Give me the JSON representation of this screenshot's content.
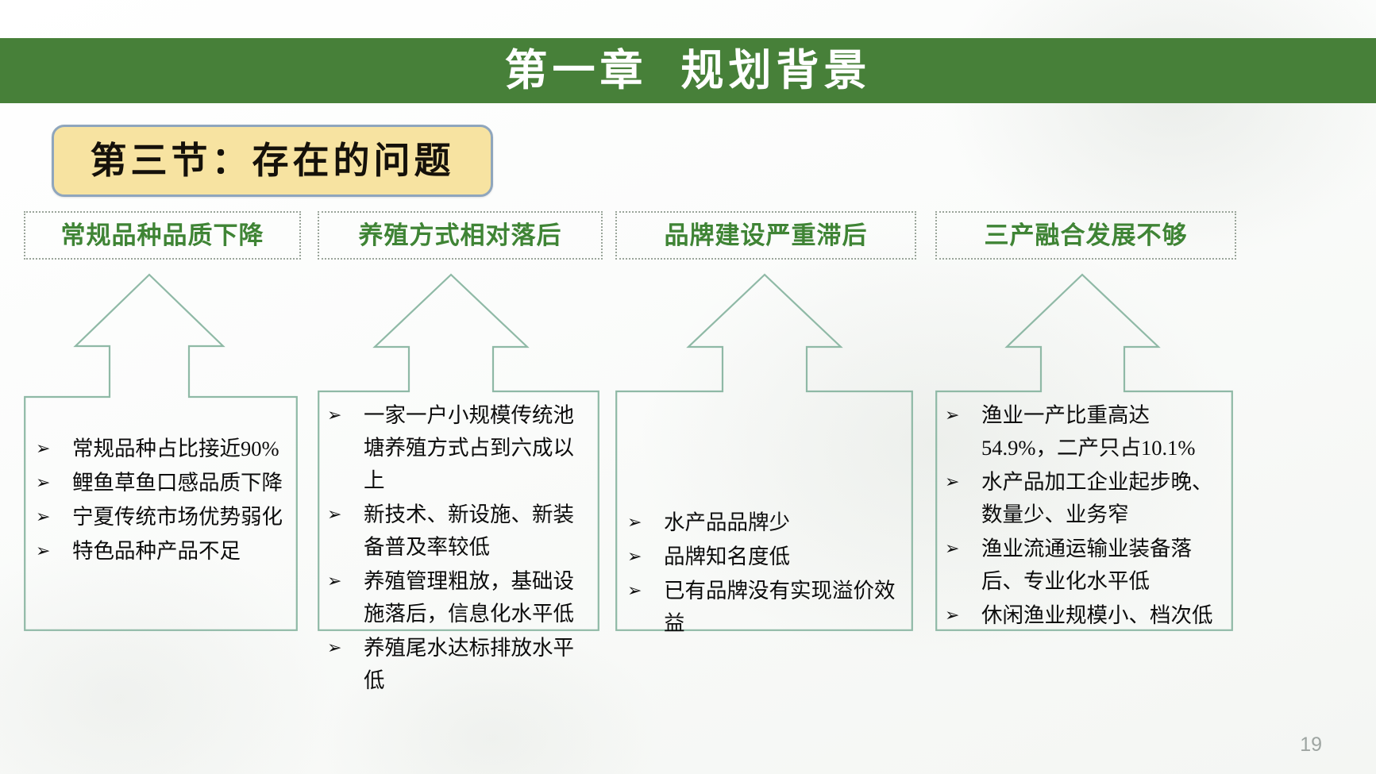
{
  "banner": {
    "title": "第一章  规划背景"
  },
  "section_chip": {
    "label": "第三节：存在的问题"
  },
  "page_number": "19",
  "colors": {
    "banner_green": "#478039",
    "header_text_green": "#3f8435",
    "chip_yellow": "#f7e3a1",
    "chip_border": "#8fa6bd",
    "outline_teal": "#8fb9a6",
    "header_box_border": "#9aa59a",
    "body_text": "#0c0c0c",
    "page_number": "#9ea5a2"
  },
  "bullet_marker": "➢",
  "columns": [
    {
      "header": "常规品种品质下降",
      "bullets": [
        "常规品种占比接近90%",
        "鲤鱼草鱼口感品质下降",
        "宁夏传统市场优势弱化",
        "特色品种产品不足"
      ]
    },
    {
      "header": "养殖方式相对落后",
      "bullets": [
        "一家一户小规模传统池塘养殖方式占到六成以上",
        "新技术、新设施、新装备普及率较低",
        "养殖管理粗放，基础设施落后，信息化水平低",
        "养殖尾水达标排放水平低"
      ]
    },
    {
      "header": "品牌建设严重滞后",
      "bullets": [
        "水产品品牌少",
        "品牌知名度低",
        "已有品牌没有实现溢价效益"
      ]
    },
    {
      "header": "三产融合发展不够",
      "bullets": [
        "渔业一产比重高达54.9%，二产只占10.1%",
        "水产品加工企业起步晚、数量少、业务窄",
        "渔业流通运输业装备落后、专业化水平低",
        "休闲渔业规模小、档次低"
      ]
    }
  ]
}
